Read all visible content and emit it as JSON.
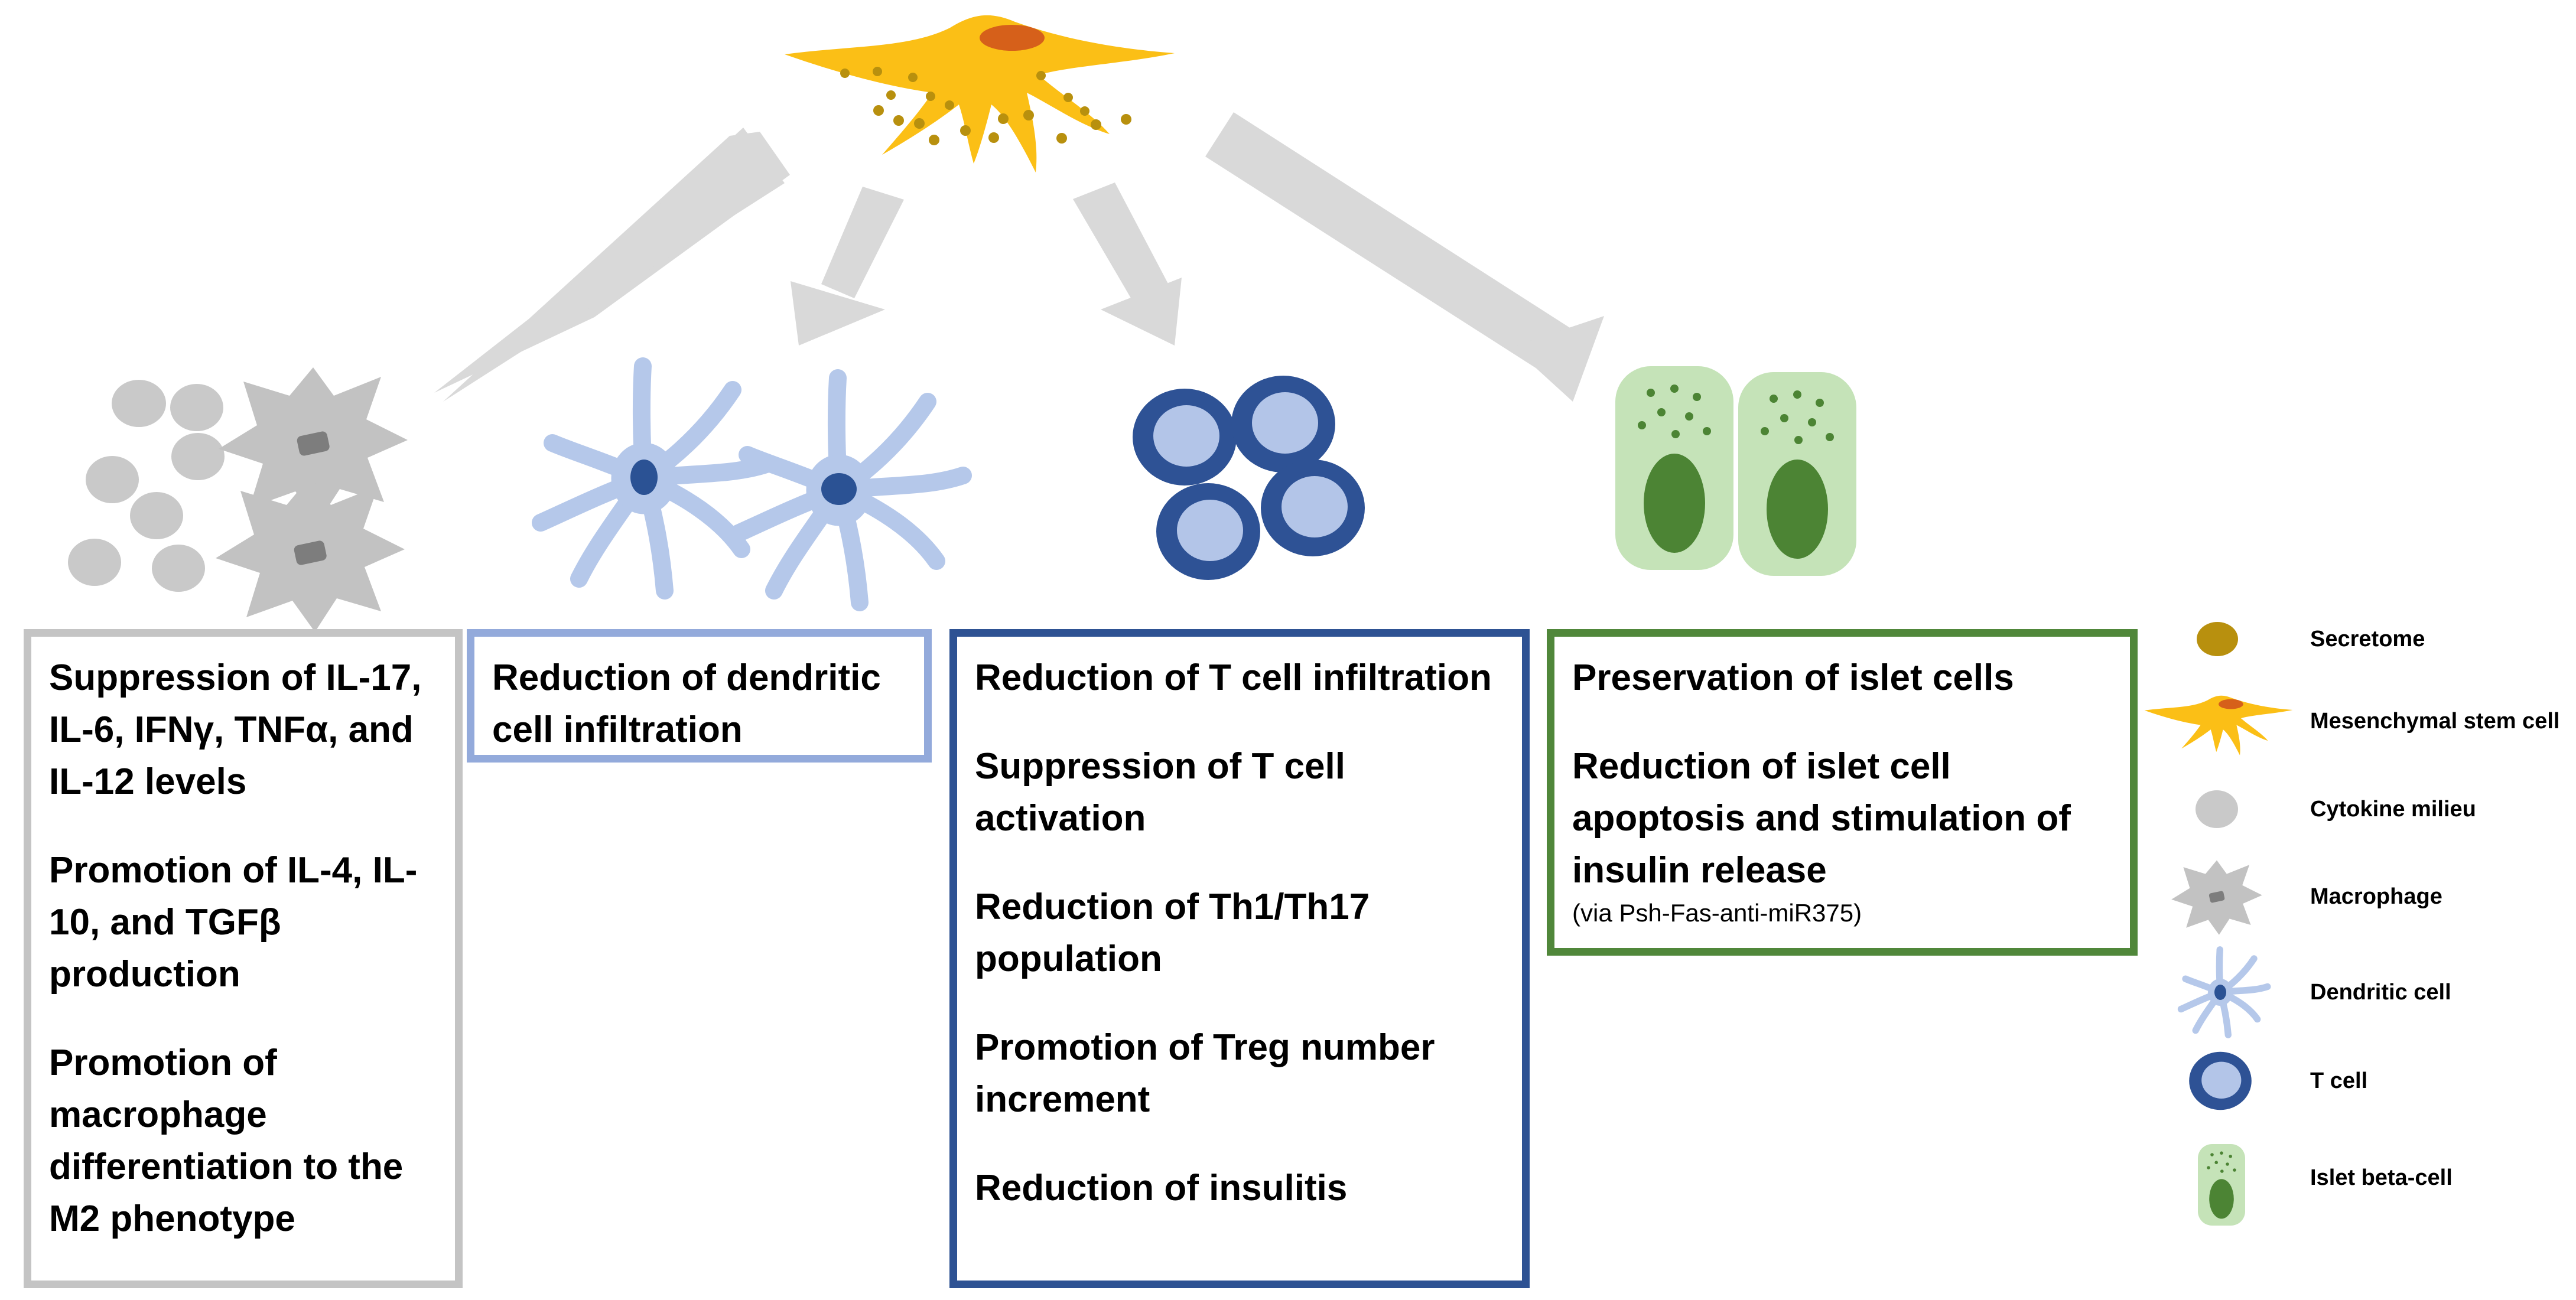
{
  "boxes": {
    "cytokine": {
      "line1": "Suppression of IL-17, IL-6, IFNγ, TNFα, and IL-12 levels",
      "line2": "Promotion of IL-4, IL-10, and TGFβ production",
      "line3": "Promotion of macrophage differentiation to the M2 phenotype"
    },
    "dendritic": {
      "line1": "Reduction of dendritic cell infiltration"
    },
    "tcell": {
      "line1": "Reduction of T cell infiltration",
      "line2": "Suppression of T cell activation",
      "line3": "Reduction of Th1/Th17 population",
      "line4": "Promotion of Treg number increment",
      "line5": "Reduction of insulitis"
    },
    "islet": {
      "line1": "Preservation of islet cells",
      "line2": "Reduction of islet cell apoptosis and stimulation of insulin release",
      "note": "(via Psh-Fas-anti-miR375)"
    }
  },
  "legend": {
    "secretome": "Secretome",
    "msc": "Mesenchymal stem cell",
    "cytokine": "Cytokine milieu",
    "macrophage": "Macrophage",
    "dendritic": "Dendritic cell",
    "tcell": "T cell",
    "islet": "Islet beta-cell"
  },
  "colors": {
    "msc_body": "#fbbf16",
    "msc_nucleus": "#d6601a",
    "secretome": "#b8900e",
    "arrow": "#d9d9d9",
    "cytokine": "#c9c9c9",
    "macrophage": "#c2c2c2",
    "macrophage_nucleus": "#7d7d7d",
    "dendritic": "#b5c8ea",
    "dendritic_nucleus": "#2b5294",
    "tcell_ring": "#2e5295",
    "tcell_core": "#b3c5e8",
    "islet_body": "#c5e3b8",
    "islet_nucleus": "#4c8434"
  },
  "icons": [
    "mesenchymal-stem-cell-icon",
    "cytokine-icon",
    "macrophage-icon",
    "dendritic-cell-icon",
    "t-cell-icon",
    "islet-beta-cell-icon",
    "secretome-icon"
  ]
}
